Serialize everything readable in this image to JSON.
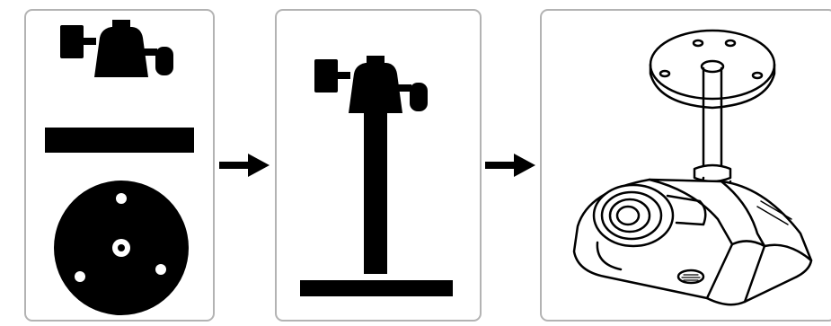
{
  "steps": [
    {
      "id": "separate-parts",
      "icon": "disassembled-mount-parts-icon"
    },
    {
      "id": "assembled-stand",
      "icon": "assembled-stand-icon"
    },
    {
      "id": "ceiling-mounted-camera",
      "icon": "ceiling-mounted-camera-icon"
    }
  ],
  "connectors": [
    "right-arrow-icon",
    "right-arrow-icon"
  ],
  "colors": {
    "ink": "#000000",
    "panel_border": "#b3b3b3",
    "background": "#ffffff"
  }
}
